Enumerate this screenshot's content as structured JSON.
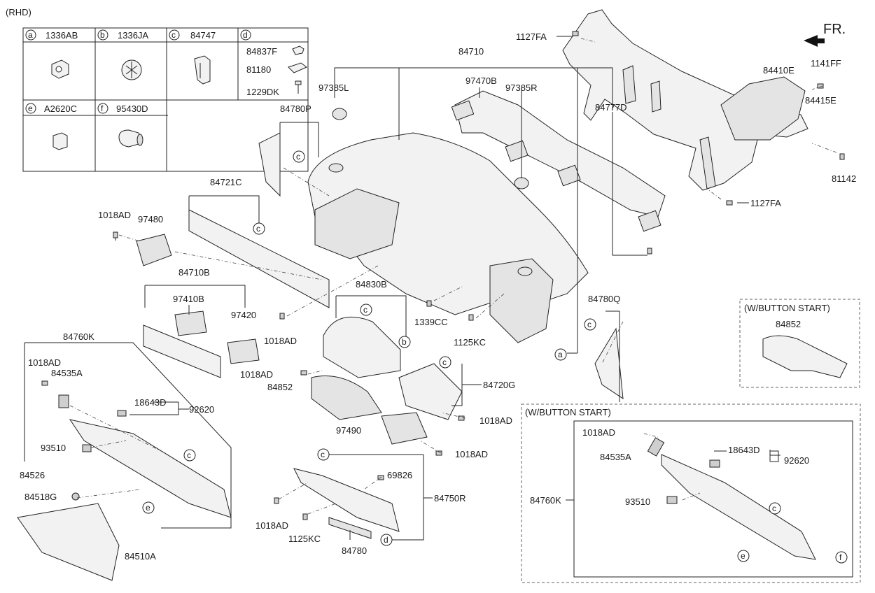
{
  "variant_label": "(RHD)",
  "direction_label": "FR.",
  "legend": {
    "a": {
      "letter": "a",
      "code": "1336AB"
    },
    "b": {
      "letter": "b",
      "code": "1336JA"
    },
    "c": {
      "letter": "c",
      "code": "84747"
    },
    "d": {
      "letter": "d",
      "parts": [
        "84837F",
        "81180",
        "1229DK"
      ]
    },
    "e": {
      "letter": "e",
      "code": "A2620C"
    },
    "f": {
      "letter": "f",
      "code": "95430D"
    }
  },
  "parts": {
    "p84710": "84710",
    "p97385L": "97385L",
    "p97470B": "97470B",
    "p97385R": "97385R",
    "p84777D": "84777D",
    "p1127FA_top": "1127FA",
    "p1127FA_bot": "1127FA",
    "p84410E": "84410E",
    "p1141FF": "1141FF",
    "p84415E": "84415E",
    "p81142": "81142",
    "p84780P": "84780P",
    "p84721C": "84721C",
    "p1018AD_a": "1018AD",
    "p97480": "97480",
    "p84710B": "84710B",
    "p97410B": "97410B",
    "p97420": "97420",
    "p1018AD_b": "1018AD",
    "p84830B": "84830B",
    "p1339CC": "1339CC",
    "p1125KC_a": "1125KC",
    "p84780Q": "84780Q",
    "p84760K": "84760K",
    "p1018AD_c": "1018AD",
    "p84535A": "84535A",
    "p18643D": "18643D",
    "p92620": "92620",
    "p93510": "93510",
    "p84526": "84526",
    "p84518G": "84518G",
    "p84510A": "84510A",
    "p1018AD_d": "1018AD",
    "p84852": "84852",
    "p84720G": "84720G",
    "p1018AD_e": "1018AD",
    "p97490": "97490",
    "p1018AD_f": "1018AD",
    "p69826": "69826",
    "p84750R": "84750R",
    "p1018AD_g": "1018AD",
    "p1125KC_b": "1125KC",
    "p84780": "84780"
  },
  "inset_button_start_small": {
    "title": "(W/BUTTON START)",
    "part": "84852"
  },
  "inset_button_start_large": {
    "title": "(W/BUTTON START)",
    "p1018AD": "1018AD",
    "p84535A": "84535A",
    "p18643D": "18643D",
    "p92620": "92620",
    "p84760K": "84760K",
    "p93510": "93510"
  },
  "callouts": {
    "a": "a",
    "b": "b",
    "c": "c",
    "d": "d",
    "e": "e",
    "f": "f"
  }
}
